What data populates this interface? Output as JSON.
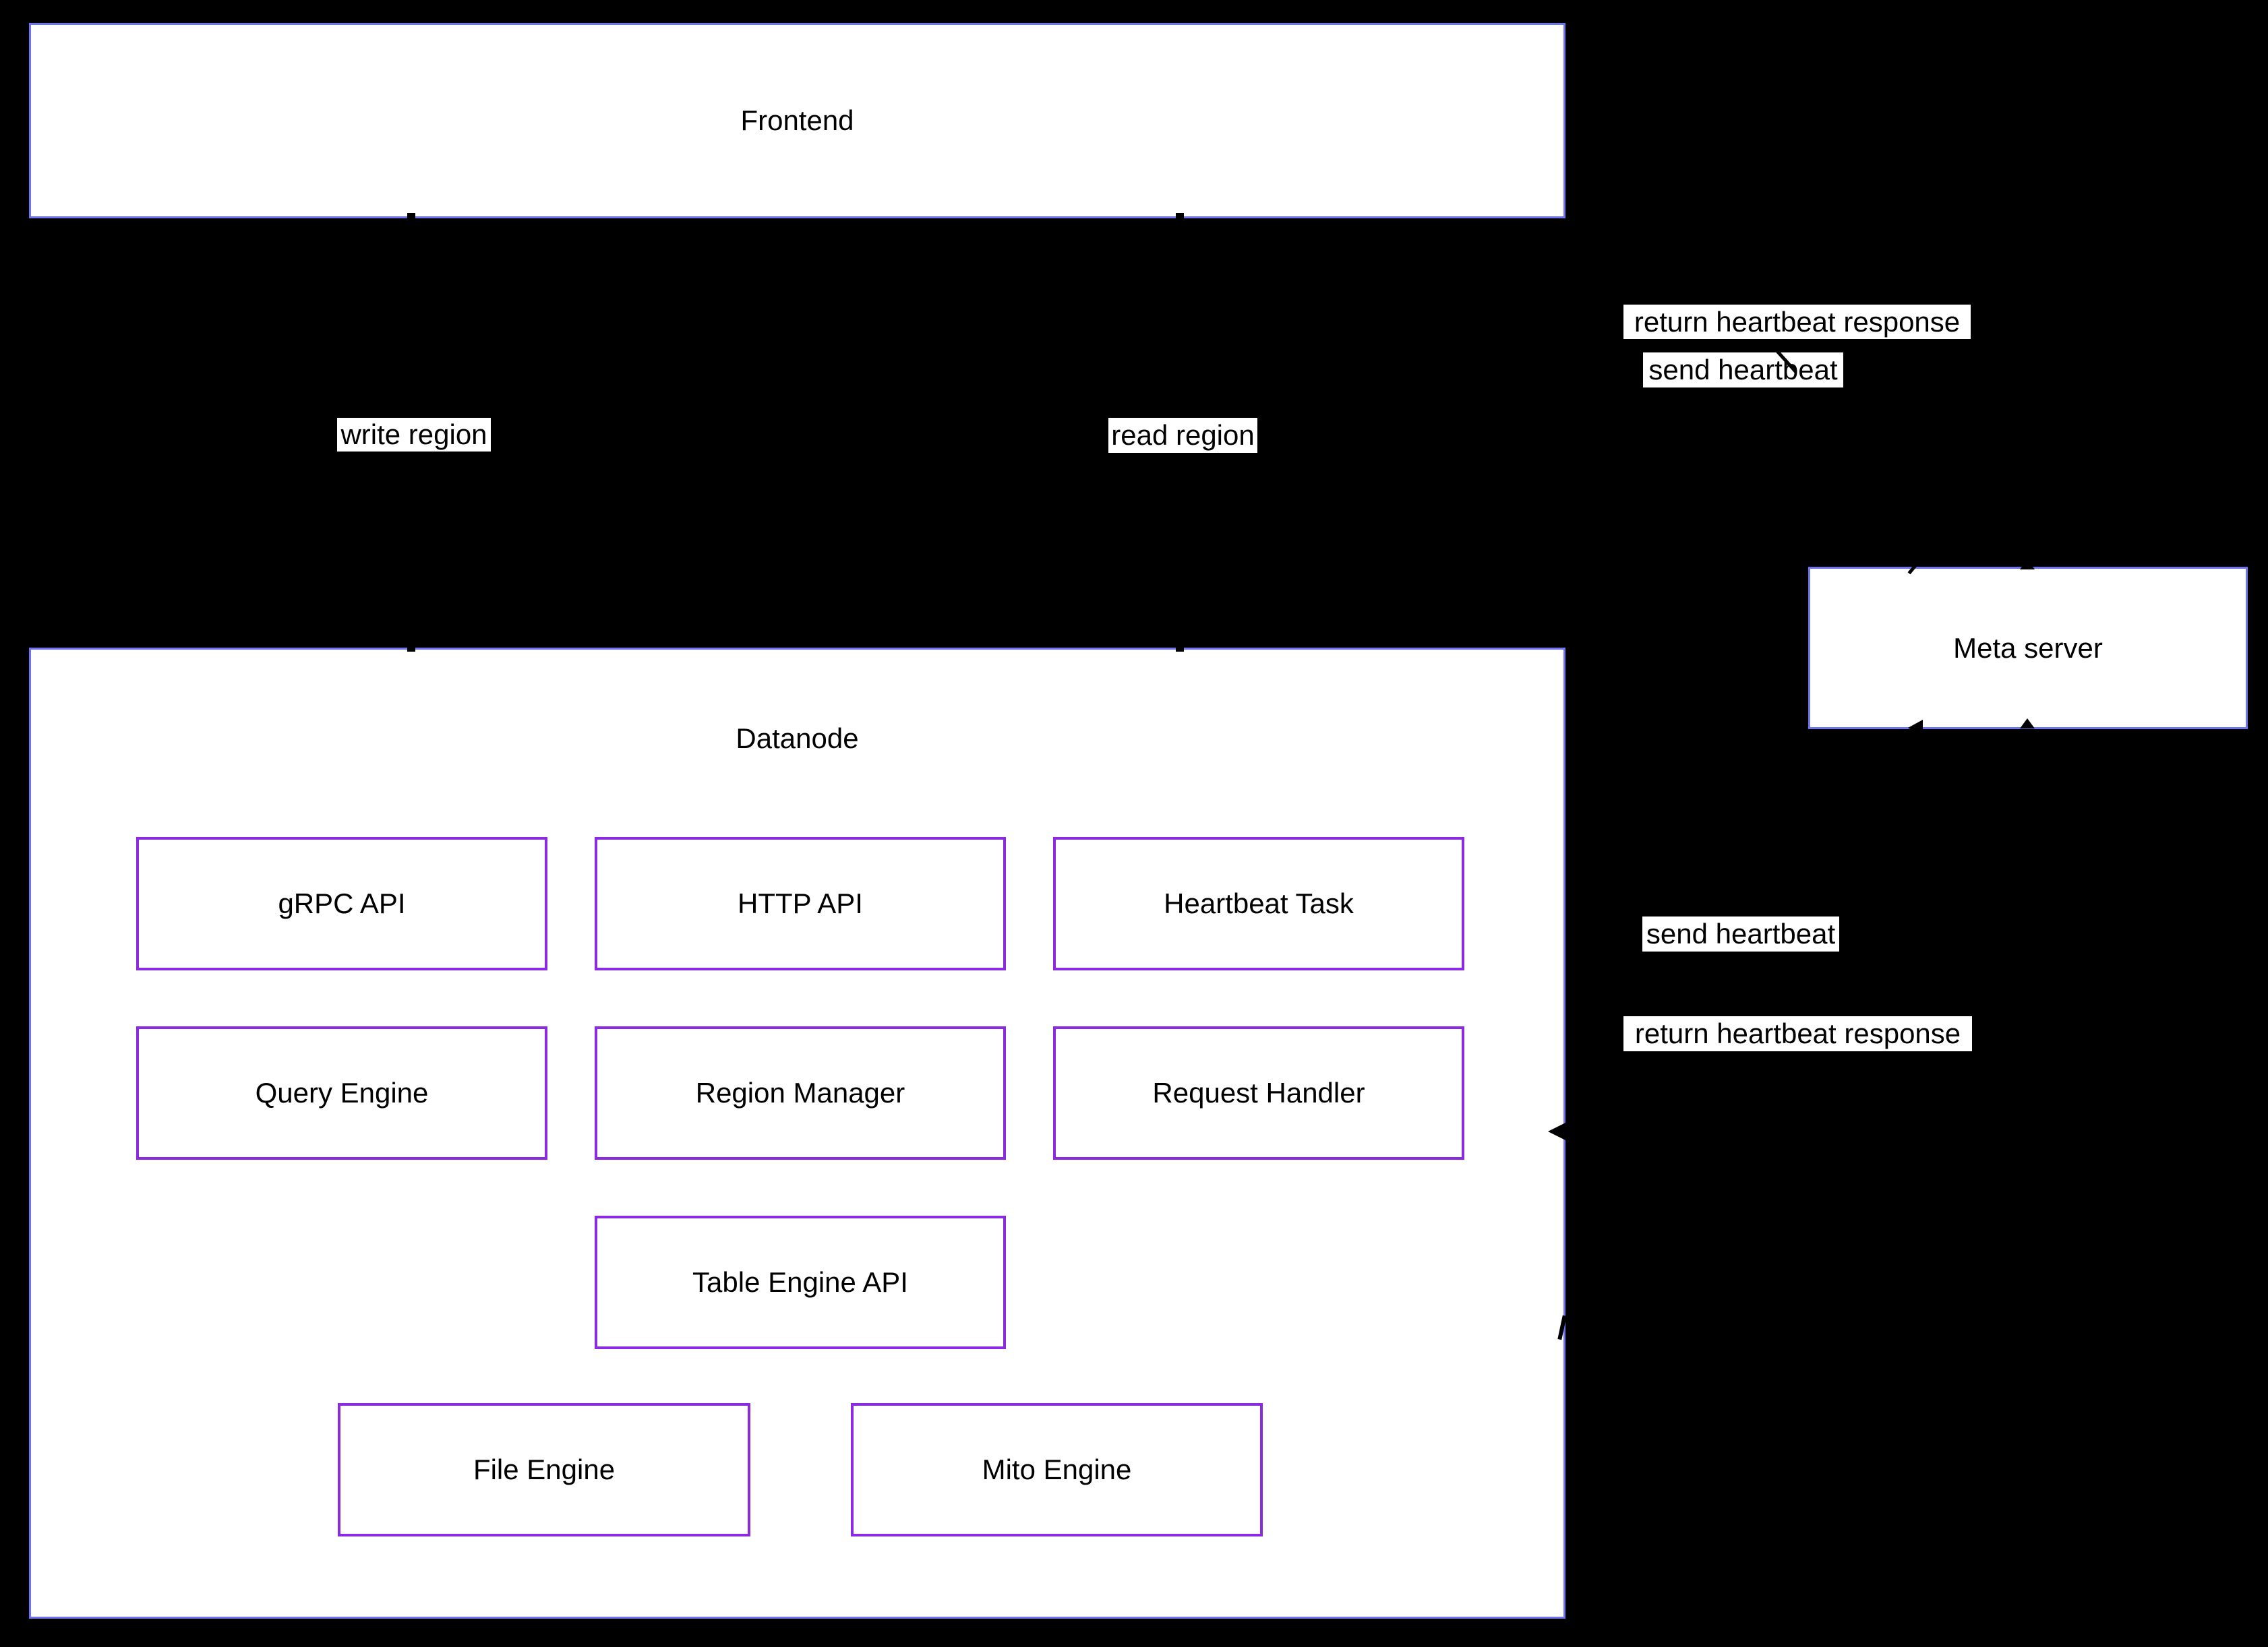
{
  "diagram": {
    "nodes": {
      "frontend": "Frontend",
      "datanode": "Datanode",
      "meta_server": "Meta server",
      "grpc_api": "gRPC API",
      "http_api": "HTTP API",
      "heartbeat_task": "Heartbeat Task",
      "query_engine": "Query Engine",
      "region_manager": "Region Manager",
      "request_handler": "Request Handler",
      "table_engine_api": "Table Engine API",
      "file_engine": "File Engine",
      "mito_engine": "Mito Engine"
    },
    "edge_labels": {
      "write_region": "write region",
      "read_region": "read region",
      "send_heartbeat_top": "send heartbeat",
      "return_heartbeat_response_top": "return heartbeat response",
      "send_heartbeat_right": "send heartbeat",
      "return_heartbeat_response_right": "return heartbeat response"
    },
    "colors": {
      "background": "#000000",
      "outer_box_border": "#6e73f0",
      "inner_box_border": "#8a2be2",
      "box_fill": "#ffffff",
      "edge_label_bg": "#ffffff",
      "text": "#000000",
      "arrow_marks": "#000000"
    }
  }
}
